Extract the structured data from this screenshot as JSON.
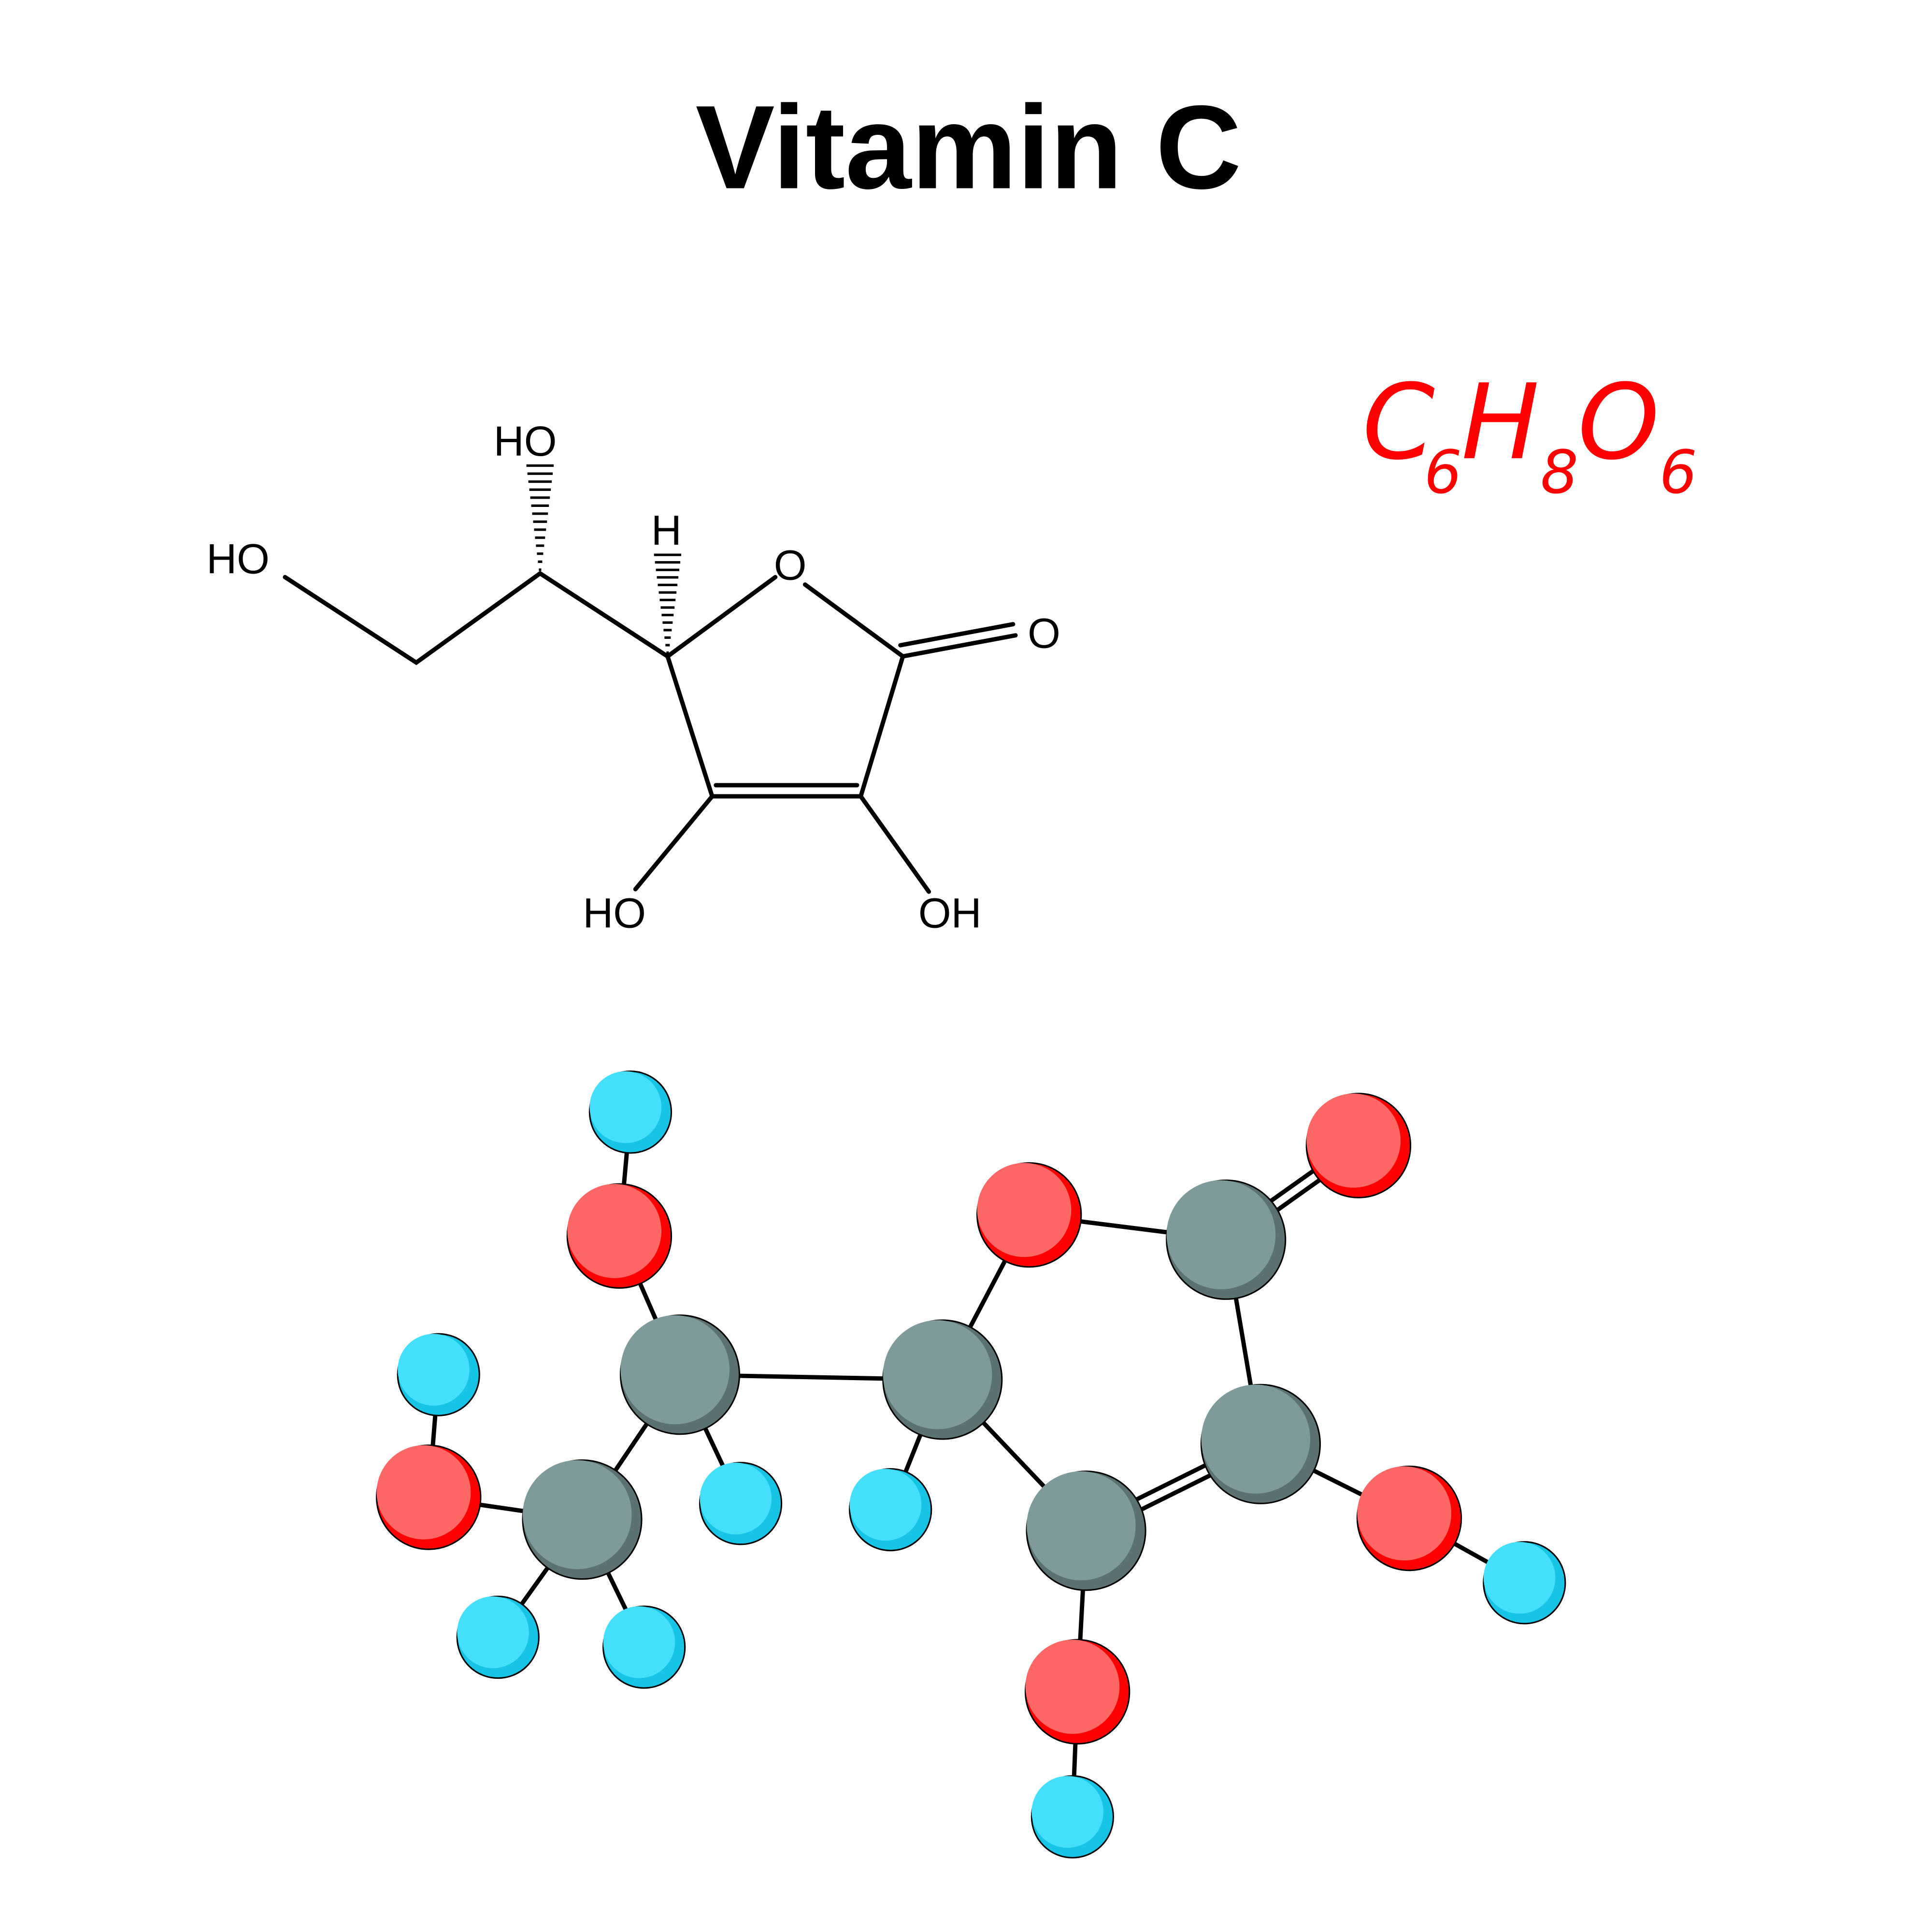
{
  "title": "Vitamin C",
  "formula": {
    "c": "C",
    "c_n": "6",
    "h": "H",
    "h_n": "8",
    "o": "O",
    "o_n": "6"
  },
  "structural_labels": {
    "ho_left": "HO",
    "ho_top": "HO",
    "h_top": "H",
    "o_ring": "O",
    "o_carbonyl": "O",
    "ho_bottom": "HO",
    "oh_bottom": "OH"
  },
  "colors": {
    "formula": "#ff0000",
    "carbon": "#7f9a9a",
    "carbon_shade": "#5c7171",
    "oxygen": "#ff6666",
    "oxygen_shade": "#ff0000",
    "hydrogen": "#44e0fb",
    "hydrogen_shade": "#16c4e6"
  }
}
